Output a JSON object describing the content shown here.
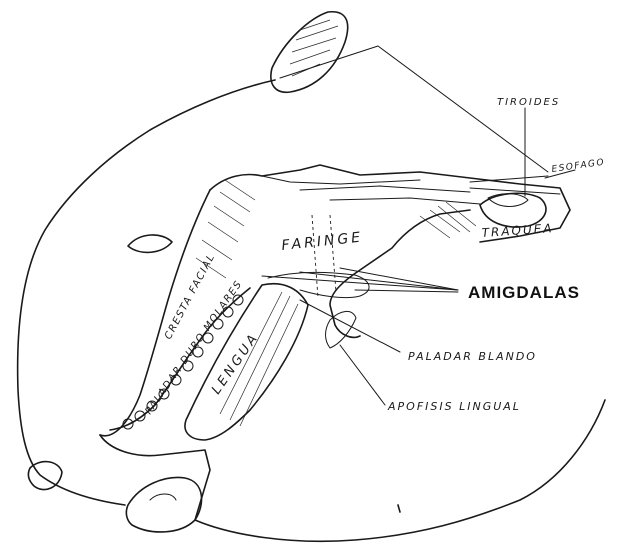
{
  "labels": {
    "tiroides": "TIROIDES",
    "esofago": "ESOFAGO",
    "faringe": "FARINGE",
    "traquea": "TRAQUEA",
    "amigdalas": "AMIGDALAS",
    "cresta_facial": "CRESTA FACIAL",
    "paladar_duro_molares": "PALADAR DURO MOLARES",
    "lengua": "LENGUA",
    "paladar_blando": "PALADAR BLANDO",
    "apofisis_lingual": "APOFISIS LINGUAL"
  }
}
